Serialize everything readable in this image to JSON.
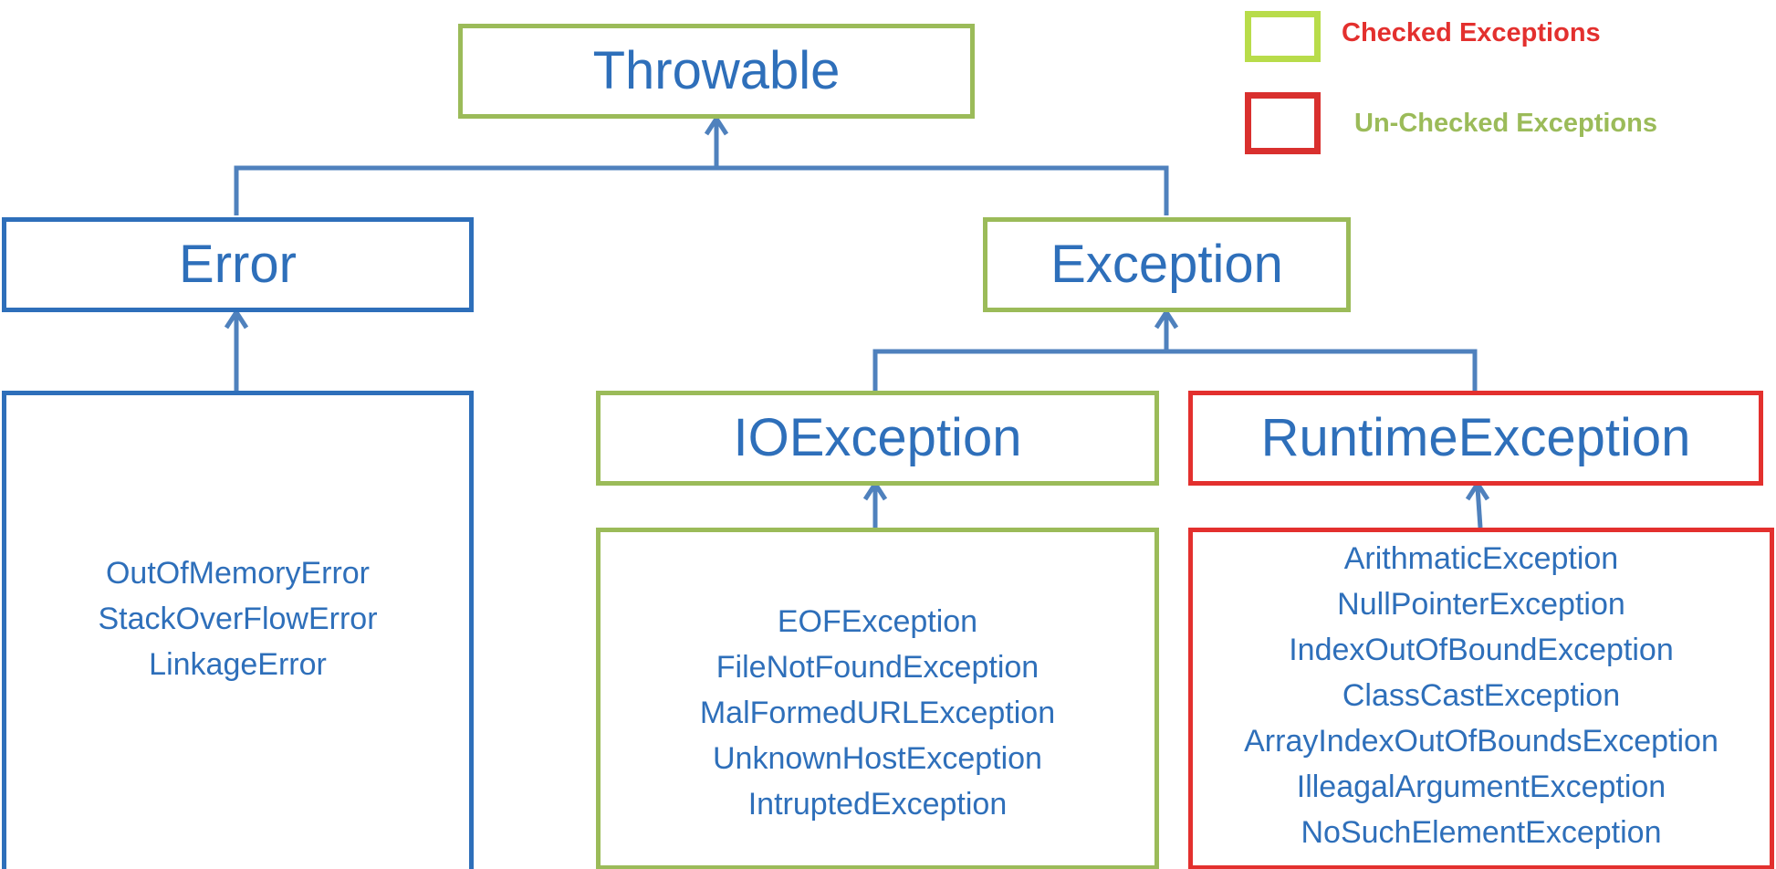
{
  "legend": [
    {
      "label": "Checked Exceptions",
      "swatch_color": "#b8dc4a",
      "text_color": "#e3302e"
    },
    {
      "label": "Un-Checked Exceptions",
      "swatch_color": "#d9302e",
      "text_color": "#9bbb59"
    }
  ],
  "nodes": {
    "throwable": {
      "label": "Throwable",
      "border_color": "#9bbb59"
    },
    "error": {
      "label": "Error",
      "border_color": "#2e6fba"
    },
    "exception": {
      "label": "Exception",
      "border_color": "#9bbb59"
    },
    "ioexception": {
      "label": "IOException",
      "border_color": "#9bbb59"
    },
    "runtimeexception": {
      "label": "RuntimeException",
      "border_color": "#e3302e"
    }
  },
  "lists": {
    "errors": {
      "border_color": "#2e6fba",
      "items": [
        "OutOfMemoryError",
        "StackOverFlowError",
        "LinkageError"
      ]
    },
    "io_exceptions": {
      "border_color": "#9bbb59",
      "items": [
        "EOFException",
        "FileNotFoundException",
        "MalFormedURLException",
        "UnknownHostException",
        "IntruptedException"
      ]
    },
    "runtime_exceptions": {
      "border_color": "#e3302e",
      "items": [
        "ArithmaticException",
        "NullPointerException",
        "IndexOutOfBoundException",
        "ClassCastException",
        "ArrayIndexOutOfBoundsException",
        "IlleagalArgumentException",
        "NoSuchElementException"
      ]
    }
  },
  "connector_color": "#4f81bd",
  "text_color": "#2e6fba"
}
